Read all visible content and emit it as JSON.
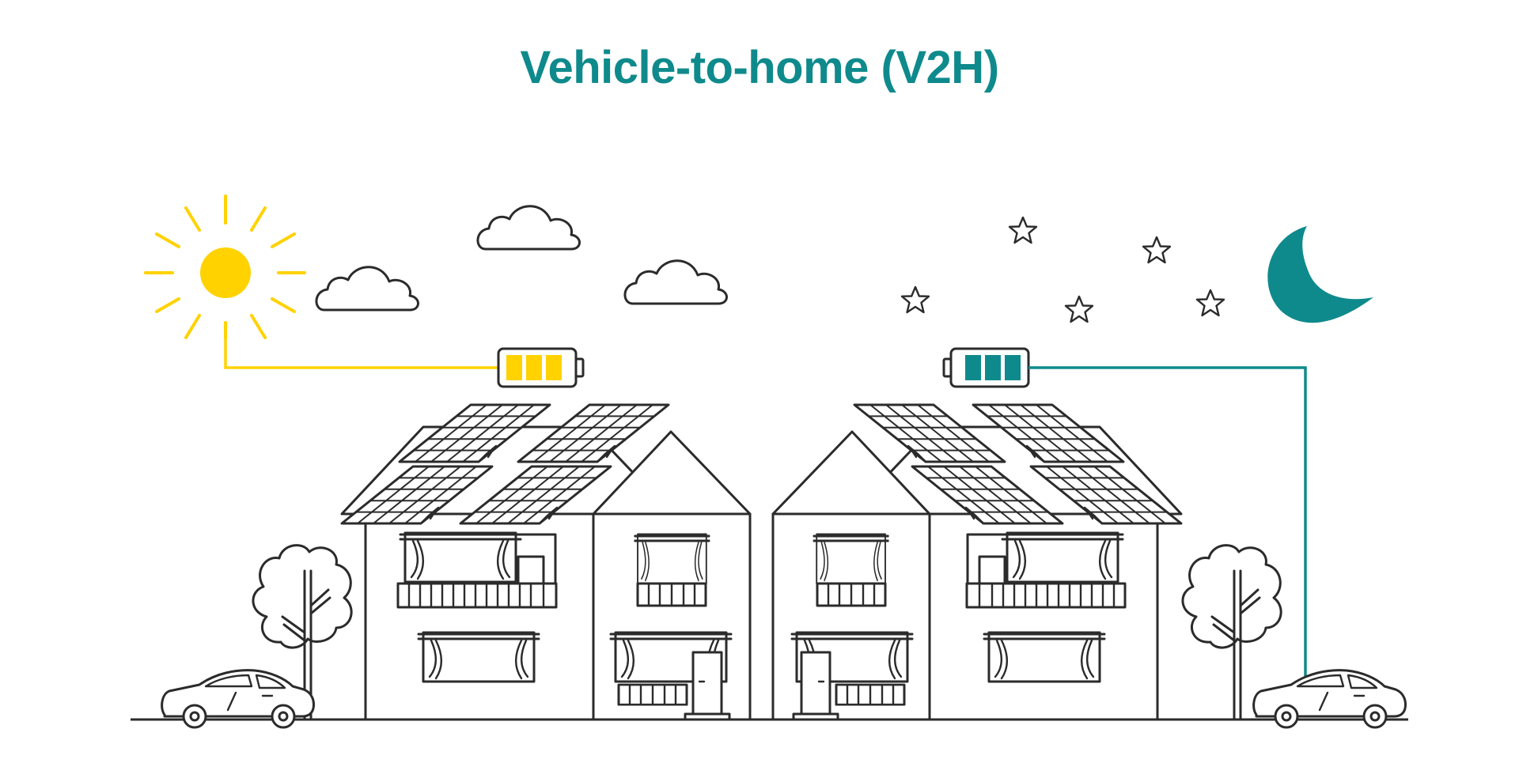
{
  "title": "Vehicle-to-home (V2H)",
  "colors": {
    "title": "#0f8a8c",
    "day_accent": "#ffd200",
    "night_accent": "#0f8a8c",
    "line": "#2b2b2b",
    "background": "#ffffff"
  },
  "day_scene": {
    "sky_icon": "sun-icon",
    "cloud_count": 3,
    "battery_bars_filled": 3,
    "battery_color": "#ffd200"
  },
  "night_scene": {
    "sky_icon": "moon-icon",
    "star_count": 5,
    "battery_bars_filled": 3,
    "battery_color": "#0f8a8c"
  },
  "icons": [
    "sun-icon",
    "cloud-icon",
    "star-icon",
    "moon-icon",
    "battery-icon",
    "solar-panel-icon",
    "house-icon",
    "tree-icon",
    "car-icon"
  ]
}
